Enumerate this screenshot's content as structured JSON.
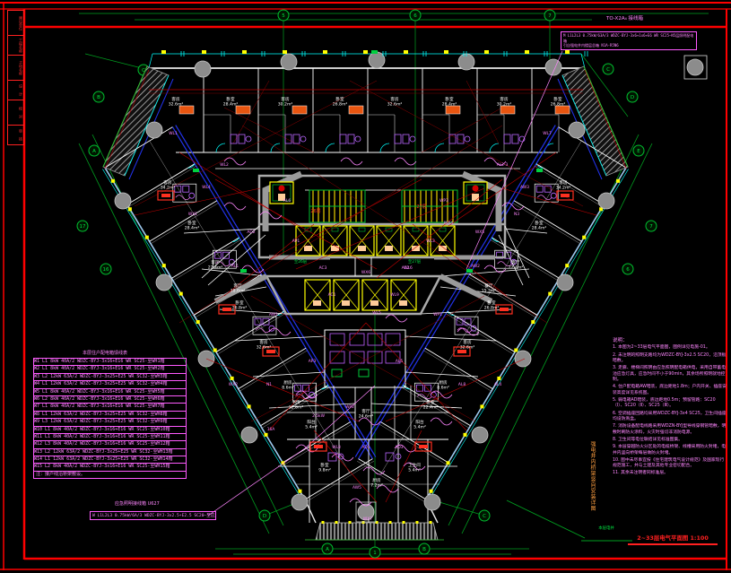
{
  "drawing_title": {
    "text": "2~33层电气平面图 1:100"
  },
  "title_block": {
    "cells": [
      "建设单位",
      "工程名称",
      "子项名称",
      "设 计",
      "校 对",
      "审 核"
    ]
  },
  "spec_top": {
    "label": "TO-X2A₄ 接线箱",
    "line1": "M L1L2L3 0.75kW/63A/3 WDZC-BYJ-3x6+1x6+E6 WR SC25—N5层照明配电箱",
    "line2": "引自强电井内楼层总箱 N1A-R5N6"
  },
  "spec_bottom": {
    "label": "应急照明接线箱 U627",
    "line": "W L1L2L3 0.75kW/6A/3 WDZC-BYJ-3x2.5+E2.5 SC20—至应急照明灯"
  },
  "feeder_table": {
    "title": "本层住户配电箱馈线表",
    "rows": [
      [
        "W1",
        "L1",
        "8kW",
        "40A/2",
        "WDZC-BYJ-3x16+E16 WR SC25-至WH1箱"
      ],
      [
        "W2",
        "L1",
        "8kW",
        "40A/2",
        "WDZC-BYJ-3x16+E16 WR SC25-至WH2箱"
      ],
      [
        "W3",
        "L2",
        "12kW",
        "63A/2",
        "WDZC-BYJ-3x25+E25 WR SC32-至WH3箱"
      ],
      [
        "W4",
        "L1",
        "12kW",
        "63A/2",
        "WDZC-BYJ-3x25+E25 WR SC32-至WH4箱"
      ],
      [
        "W5",
        "L1",
        "8kW",
        "40A/2",
        "WDZC-BYJ-3x16+E16 WR SC25-至WH5箱"
      ],
      [
        "W6",
        "L2",
        "8kW",
        "40A/2",
        "WDZC-BYJ-3x16+E16 WR SC25-至WH6箱"
      ],
      [
        "W7",
        "L1",
        "8kW",
        "40A/2",
        "WDZC-BYJ-3x16+E16 WR SC25-至WH7箱"
      ],
      [
        "W8",
        "L1",
        "12kW",
        "63A/2",
        "WDZC-BYJ-3x25+E25 WR SC32-至WH8箱"
      ],
      [
        "W9",
        "L3",
        "12kW",
        "63A/2",
        "WDZC-BYJ-3x25+E25 WR SC32-至WH9箱"
      ],
      [
        "W10",
        "L1",
        "8kW",
        "40A/2",
        "WDZC-BYJ-3x16+E16 WR SC25-至WH10箱"
      ],
      [
        "W11",
        "L1",
        "8kW",
        "40A/2",
        "WDZC-BYJ-3x16+E16 WR SC25-至WH11箱"
      ],
      [
        "W12",
        "L3",
        "8kW",
        "40A/2",
        "WDZC-BYJ-3x16+E16 WR SC25-至WH12箱"
      ],
      [
        "W13",
        "L2",
        "12kW",
        "63A/2",
        "WDZC-BYJ-3x25+E25 WR SC32-至WH13箱"
      ],
      [
        "W14",
        "L1",
        "12kW",
        "63A/2",
        "WDZC-BYJ-3x25+E25 WR SC32-至WH14箱"
      ],
      [
        "W15",
        "L2",
        "8kW",
        "40A/2",
        "WDZC-BYJ-3x16+E16 WR SC25-至WH15箱"
      ]
    ],
    "footer": "注：接户线沿桥架敷设。"
  },
  "notes": {
    "title": "说明：",
    "items": [
      "本图为2~33层电气平面图，图例详见电施-01。",
      "未注明的照明支路均为WDZC-BYJ-3x2.5 SC20，沿顶板暗敷。",
      "走廊、楼梯间照明由应急照明配电箱供电，采用自带蓄电池应急灯具，应急时间不小于90min，其余场所照明就地控制。",
      "住户配电箱AW暗装，底边距地1.8m；户内开关、插座安装高度详见系统图。",
      "弱电箱AD暗装，底边距地0.5m；预留管路：SC20（Ⅰ）、SC20（Ⅱ）、SC25（Ⅲ）。",
      "空调插座回路均采用WDZC-BYJ-3x4 SC25，卫生间插座均设防溅盒。",
      "消防设备配电线路采用WDZN-BYJ型导线穿钢管暗敷，明敷时刷防火涂料，火灾时强切非消防电源。",
      "卫生间等电位联结详见标准图集。",
      "本层穿越防火分区处的电缆桥架、线槽采用防火封堵，电井内竖向桥架每层做防火封堵。",
      "图中未尽事宜按《住宅建筑电气设计规范》及国家现行规范施工，并与土建及其他专业密切配合。",
      "其余未注明者同标准层。"
    ]
  },
  "legend": {
    "vertical_label": "强电井内桥架竖向安装详图"
  },
  "grid": {
    "labels": [
      "5",
      "6",
      "7",
      "C",
      "B",
      "A",
      "17",
      "16",
      "C",
      "D",
      "E",
      "7",
      "6",
      "D",
      "A",
      "1",
      "B",
      "C"
    ]
  },
  "red_tags": [
    "26层",
    "27层"
  ],
  "green_tags": [
    "至26层",
    "至27层",
    "本层电井"
  ],
  "circuit_tags": [
    "WL1",
    "WL2",
    "WX1",
    "AL1",
    "AW1",
    "AP3",
    "WP2",
    "16A",
    "2.5kW",
    "WL5",
    "AC2",
    "WX4",
    "AL2-3",
    "WL7",
    "N3",
    "AW2",
    "WP1",
    "AL5",
    "WX6",
    "AC1",
    "WL9",
    "AP1",
    "WL3",
    "AD1",
    "WX2",
    "AL4",
    "WL4",
    "AW3",
    "AD2",
    "WX5",
    "AL6",
    "WP3",
    "AC3",
    "WL6",
    "N1",
    "AL8",
    "WL8",
    "AD3",
    "WX7",
    "AW5"
  ],
  "rooms": [
    {
      "n": "客房",
      "a": "32.6m²"
    },
    {
      "n": "卧室",
      "a": "28.4m²"
    },
    {
      "n": "客房",
      "a": "30.2m²"
    },
    {
      "n": "卧室",
      "a": "26.8m²"
    },
    {
      "n": "客房",
      "a": "32.6m²"
    },
    {
      "n": "卧室",
      "a": "28.4m²"
    },
    {
      "n": "客房",
      "a": "30.2m²"
    },
    {
      "n": "卧室",
      "a": "26.8m²"
    },
    {
      "n": "客房",
      "a": "34.2m²"
    },
    {
      "n": "卧室",
      "a": "28.4m²"
    },
    {
      "n": "客厅",
      "a": "22.4m²"
    },
    {
      "n": "卧室",
      "a": "26.8m²"
    },
    {
      "n": "客房",
      "a": "32.6m²"
    },
    {
      "n": "厨房",
      "a": "8.6m²"
    },
    {
      "n": "阳台",
      "a": "5.4m²"
    },
    {
      "n": "客房",
      "a": "34.2m²"
    },
    {
      "n": "卧室",
      "a": "28.4m²"
    },
    {
      "n": "客厅",
      "a": "22.4m²"
    },
    {
      "n": "卧室",
      "a": "26.8m²"
    },
    {
      "n": "客房",
      "a": "32.6m²"
    },
    {
      "n": "厨房",
      "a": "8.6m²"
    },
    {
      "n": "阳台",
      "a": "5.4m²"
    },
    {
      "n": "客厅",
      "a": "18.6m²"
    },
    {
      "n": "餐厅",
      "a": "15.2m²"
    },
    {
      "n": "书房",
      "a": "12.8m²"
    },
    {
      "n": "卧室",
      "a": "22.4m²"
    },
    {
      "n": "卧室",
      "a": "9.8m²"
    },
    {
      "n": "厨房",
      "a": "7.2m²"
    },
    {
      "n": "卫生间",
      "a": "5.4m²"
    },
    {
      "n": "客厅",
      "a": "24.6m²"
    }
  ],
  "colors": {
    "frame": "#ff0000",
    "dim": "#00a020",
    "wall": "#e8e8e8",
    "pink": "#ff86ff",
    "cyan": "#00ffff",
    "yellow": "#ffff00",
    "blue": "#2233ee",
    "red_line": "#c00000"
  }
}
